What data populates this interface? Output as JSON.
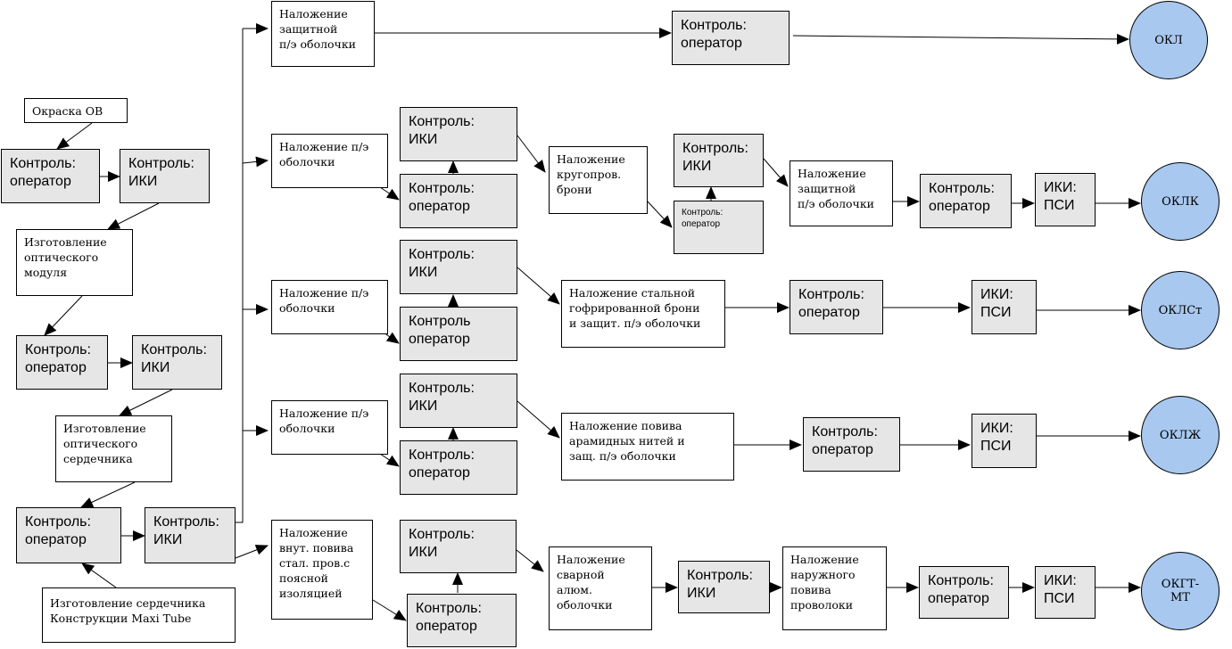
{
  "colors": {
    "control_fill": "#e6e6e6",
    "end_fill": "#a8c8ef",
    "line": "#000000"
  },
  "left_chain": {
    "okraska": "Окраска ОВ",
    "ctrl_op_1": "Контроль:\nоператор",
    "ctrl_iki_1": "Контроль:\nИКИ",
    "opt_module": "Изготовление\nоптического\nмодуля",
    "ctrl_op_2": "Контроль:\nоператор",
    "ctrl_iki_2": "Контроль:\nИКИ",
    "opt_core": "Изготовление\nоптического\nсердечника",
    "ctrl_op_3": "Контроль:\nоператор",
    "ctrl_iki_3": "Контроль:\nИКИ",
    "maxi_tube": "Изготовление сердечника\nКонструкции Maxi Tube"
  },
  "branch_okl": {
    "sheath": "Наложение\nзащитной\nп/э оболочки",
    "ctrl_op": "Контроль:\nоператор",
    "end": "ОКЛ"
  },
  "branch_oklk": {
    "sheath": "Наложение п/э\n оболочки",
    "ctrl_iki": "Контроль:\nИКИ",
    "ctrl_op": "Контроль:\nоператор",
    "armor": "Наложение\nкругопров.\nброни",
    "ctrl_iki_2": "Контроль:\nИКИ",
    "ctrl_op_2": "Контроль:\nоператор",
    "sheath_2": "Наложение\nзащитной\nп/э оболочки",
    "ctrl_op_3": "Контроль:\nоператор",
    "psi": "ИКИ:\nПСИ",
    "end": "ОКЛК"
  },
  "branch_oklst": {
    "sheath": "Наложение п/э\nоболочки",
    "ctrl_iki": "Контроль:\nИКИ",
    "ctrl_op": "Контроль\nоператор",
    "armor": "Наложение стальной\nгофрированной брони\nи защит. п/э оболочки",
    "ctrl_op_2": "Контроль:\nоператор",
    "psi": "ИКИ:\nПСИ",
    "end": "ОКЛСт"
  },
  "branch_oklzh": {
    "sheath": "Наложение п/э\nоболочки",
    "ctrl_iki": "Контроль:\nИКИ",
    "ctrl_op": "Контроль:\nоператор",
    "aramid": "Наложение повива\nарамидных нитей и\nзащ. п/э оболочки",
    "ctrl_op_2": "Контроль:\nоператор",
    "psi": "ИКИ:\nПСИ",
    "end": "ОКЛЖ"
  },
  "branch_okgt": {
    "inner": "Наложение\nвнут. повива\nстал. пров.с\nпоясной\nизоляцией",
    "ctrl_iki": "Контроль:\nИКИ",
    "ctrl_op": "Контроль:\nоператор",
    "welded": "Наложение\nсварной\nалюм.\nоболочки",
    "ctrl_iki_2": "Контроль:\nИКИ",
    "outer": "Наложение\nнаружного\nповива\nпроволоки",
    "ctrl_op_2": "Контроль:\nоператор",
    "psi": "ИКИ:\nПСИ",
    "end": "ОКГТ-\nМТ"
  }
}
